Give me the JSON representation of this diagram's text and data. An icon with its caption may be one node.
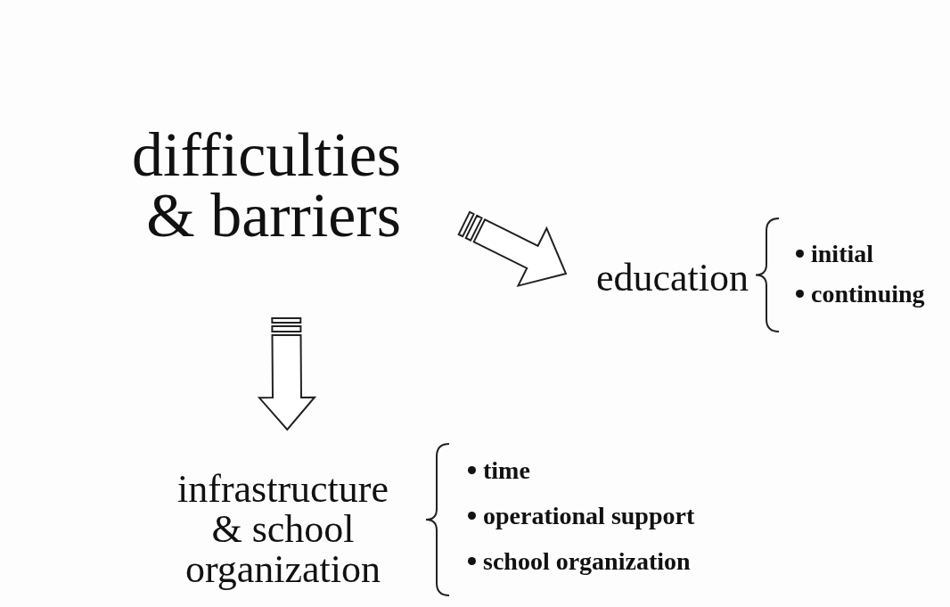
{
  "diagram": {
    "nodes": [
      {
        "text": [
          "difficulties & barriers"
        ]
      },
      {
        "text": [
          "education"
        ],
        "beside": [
          "initial",
          "continuing"
        ]
      },
      {
        "text": [
          "infrastructure & school organization"
        ],
        "beside": [
          "time",
          "operational support",
          "school organization"
        ]
      }
    ],
    "edges": [
      {
        "from": 0,
        "to": 1,
        "arrow": "to"
      },
      {
        "from": 0,
        "to": 2,
        "arrow": "to"
      }
    ]
  }
}
